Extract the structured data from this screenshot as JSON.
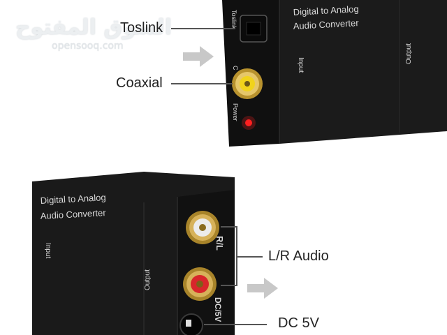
{
  "watermark": {
    "arabic": "السوق المفتوح",
    "latin": "opensooq.com"
  },
  "top_device": {
    "title_line1": "Digital to Analog",
    "title_line2": "Audio Converter",
    "toslink_port_label": "Toslink",
    "input_label": "Input",
    "output_label": "Output",
    "coax_port_label": "C",
    "power_label": "Power"
  },
  "bottom_device": {
    "title_line1": "Digital to Analog",
    "title_line2": "Audio Converter",
    "input_label": "Input",
    "output_label": "Output",
    "rl_label": "R/L",
    "dc_label": "DC/5V"
  },
  "callouts": {
    "toslink": "Toslink",
    "coaxial": "Coaxial",
    "lr_audio": "L/R Audio",
    "dc5v": "DC 5V"
  },
  "colors": {
    "device_body": "#151515",
    "rca_gold": "#c9a23a",
    "rca_red": "#d8262b",
    "rca_white": "#ececec",
    "coax_yellow": "#f1d31c",
    "power_led": "#ff2020",
    "arrow_gray": "#c8c8c8"
  }
}
